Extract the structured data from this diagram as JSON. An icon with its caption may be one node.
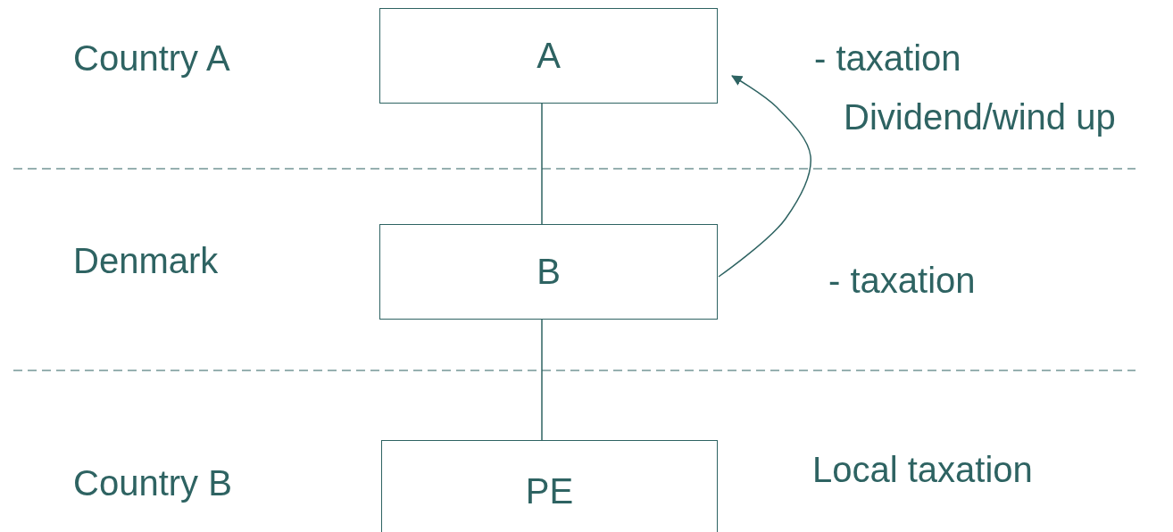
{
  "diagram": {
    "nodes": [
      {
        "text": [
          "A"
        ]
      },
      {
        "text": [
          "B"
        ]
      },
      {
        "text": [
          "PE"
        ]
      }
    ],
    "edges": [
      {
        "from": 0,
        "to": 1,
        "arrow": "none"
      },
      {
        "from": 1,
        "to": 2,
        "arrow": "none"
      },
      {
        "from": 1,
        "to": 0,
        "arrow": "to",
        "label": "Dividend/wind up"
      }
    ],
    "labels": [
      "Country A",
      "- taxation",
      "Denmark",
      "- taxation",
      "Country B",
      "Local taxation"
    ]
  }
}
